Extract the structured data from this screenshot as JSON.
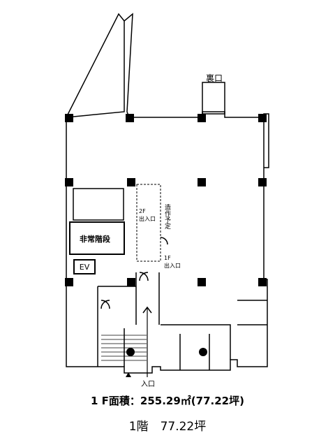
{
  "plan": {
    "back_entrance": "裏口",
    "emergency_stairs": "非常階段",
    "elevator": "EV",
    "second_floor_entrance": [
      "2F",
      "出入口"
    ],
    "first_floor_entrance": [
      "1F",
      "出入口"
    ],
    "planned_construction": "造作予定",
    "entrance": "入口"
  },
  "caption": {
    "area_line": "1 F面積：255.29㎡(77.22坪)",
    "floor_line": "1階　77.22坪"
  }
}
